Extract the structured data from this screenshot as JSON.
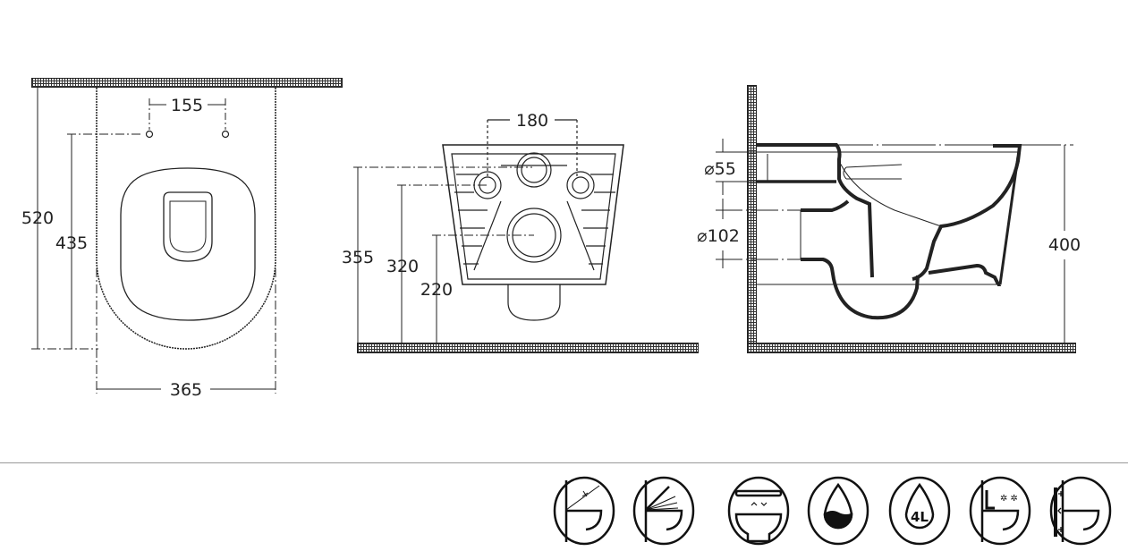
{
  "top_view": {
    "dims": {
      "hole_spacing": "155",
      "total_depth": "520",
      "hole_to_front": "435",
      "width": "365"
    }
  },
  "front_view": {
    "dims": {
      "bolt_spacing": "180",
      "height_355": "355",
      "height_320": "320",
      "height_220": "220"
    }
  },
  "side_view": {
    "dims": {
      "inlet_diameter": "⌀55",
      "outlet_diameter": "⌀102",
      "rim_height": "400"
    }
  },
  "feature_icons": [
    "soft-close-seat-icon",
    "quick-release-seat-icon",
    "rimless-bowl-icon",
    "water-saving-icon",
    "4-litre-flush-icon",
    "easy-clean-glaze-icon",
    "concealed-fixing-icon"
  ],
  "icon_texts": {
    "flush_volume": "4L"
  }
}
